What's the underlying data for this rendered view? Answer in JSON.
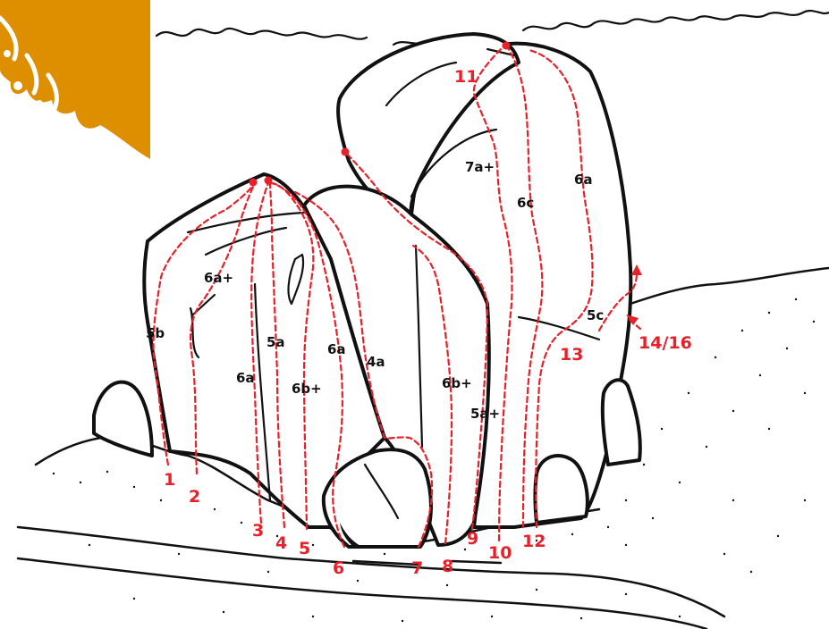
{
  "colors": {
    "route": "#e8202a",
    "ink": "#111111",
    "tree": "#dd8f00",
    "paper": "#ffffff"
  },
  "routes": [
    {
      "number": "1",
      "grade": "5b"
    },
    {
      "number": "2",
      "grade": "6a+"
    },
    {
      "number": "3",
      "grade": "6a"
    },
    {
      "number": "4",
      "grade": "5a"
    },
    {
      "number": "5",
      "grade": "6b+"
    },
    {
      "number": "6",
      "grade": "6a"
    },
    {
      "number": "7",
      "grade": "4a"
    },
    {
      "number": "8",
      "grade": "6b+"
    },
    {
      "number": "9",
      "grade": "5a+"
    },
    {
      "number": "10",
      "grade": "7a+"
    },
    {
      "number": "11",
      "grade": ""
    },
    {
      "number": "12",
      "grade": "6c"
    },
    {
      "number": "13",
      "grade": "6a"
    },
    {
      "number": "14/16",
      "grade": "5c"
    }
  ]
}
